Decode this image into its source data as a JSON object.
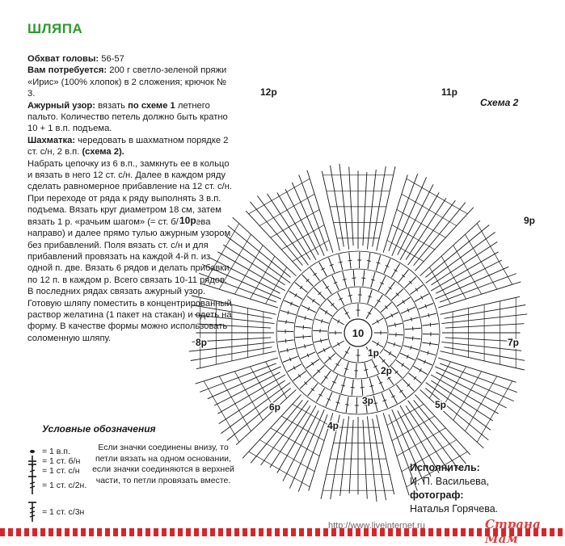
{
  "header": {
    "title": "ШЛЯПА"
  },
  "specs": {
    "head_label": "Обхват головы:",
    "head_value": "56-57",
    "need_label": "Вам потребуется:",
    "need_value": "200 г светло-зеленой пряжи «Ирис» (100% хлопок) в 2 сложения; крючок № 3.",
    "lace_label": "Ажурный узор:",
    "lace_text_a": "вязать",
    "lace_text_b": "по схеме 1",
    "lace_text_c": "летнего пальто. Количество петель должно быть кратно 10 + 1 в.п. подъема.",
    "check_label": "Шахматка:",
    "check_text_a": "чередовать в шахматном порядке 2 ст. с/н, 2 в.п.",
    "check_text_b": "(схема 2)."
  },
  "body_text": "Набрать цепочку из 6 в.п., замкнуть ее в кольцо и вязать в него 12 ст. с/н. Далее в каждом ряду сделать равномерное прибавление на 12 ст. с/н. При переходе от ряда к ряду выполнять 3 в.п. подъема. Вязать круг диаметром 18 см, затем вязать 1 р. «рачьим шагом» (= ст. б/н слева направо) и далее прямо тулью ажурным узором без прибавлений. Поля вязать ст. с/н и для прибавлений провязать на каждой 4-й п. из одной п. две. Вязать 6 рядов и делать прибавки по 12 п. в каждом р. Всего связать 10-11 рядов. В последних рядах связать ажурный узор. Готовую шляпу поместить в концентрированный раствор желатина (1 пакет на стакан) и одеть на форму. В качестве формы можно использовать соломенную шляпу.",
  "diagram": {
    "title": "Схема 2",
    "center_label": "10",
    "row_labels": [
      "1р",
      "2р",
      "3р",
      "4р",
      "5р",
      "6р",
      "7р",
      "8р",
      "9р",
      "10р",
      "11р",
      "12р"
    ]
  },
  "legend": {
    "title": "Условные обозначения",
    "items": [
      {
        "symbol": "chain",
        "label": "= 1 в.п."
      },
      {
        "symbol": "sc",
        "label": "= 1 ст. б/н"
      },
      {
        "symbol": "hdc",
        "label": "= 1 ст. с/н"
      },
      {
        "symbol": "dc2",
        "label": "= 1 ст. с/2н."
      },
      {
        "symbol": "dc3",
        "label": "= 1 ст. с/3н"
      }
    ],
    "note": "Если значки соединены внизу, то петли вязать на одном основании, если значки соединяются в верхней части, то петли провязать вместе."
  },
  "credits": {
    "performer_label": "Исполнитель:",
    "performer_name": "И. П. Васильева,",
    "photographer_label": "фотограф:",
    "photographer_name": "Наталья Горячева."
  },
  "footer": {
    "url": "http://www.liveinternet.ru",
    "brand": "Страна Мам"
  },
  "colors": {
    "title": "#2b9a2b",
    "ink": "#1a1a1a",
    "stripe": "#d6262b"
  }
}
